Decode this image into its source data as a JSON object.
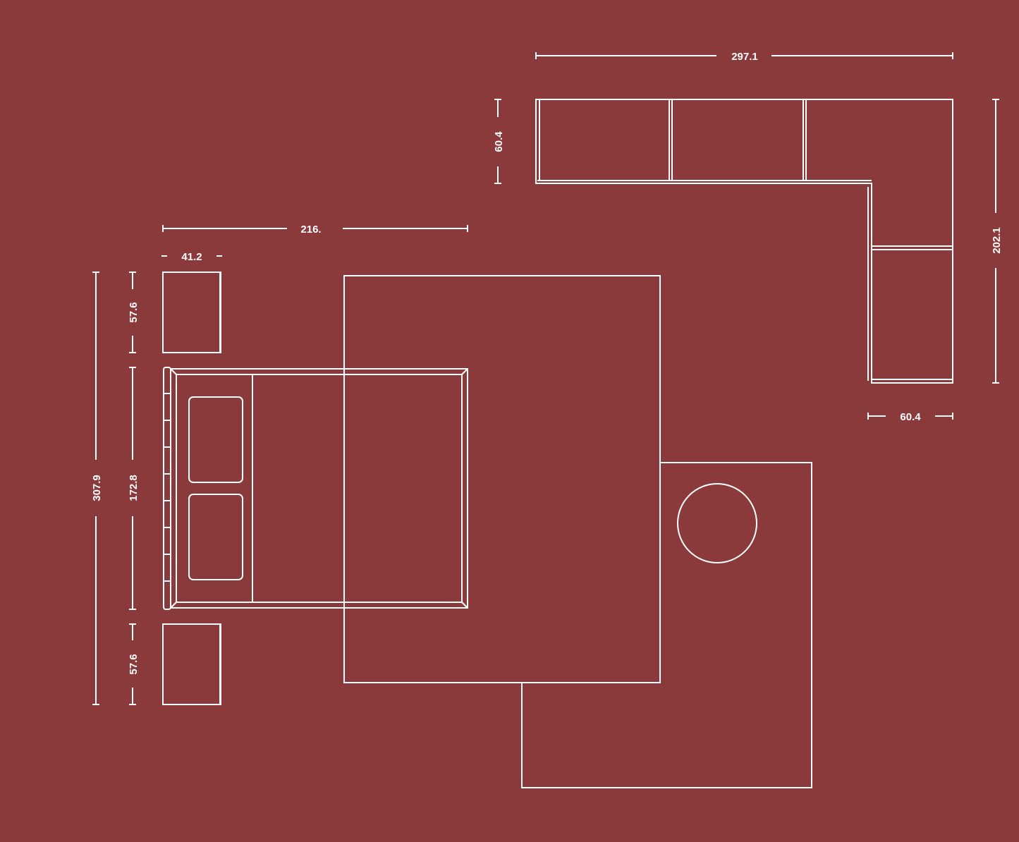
{
  "background_color": "#8b3a3b",
  "line_color": "#ffffff",
  "dimensions": {
    "wardrobe_width": "297.1",
    "wardrobe_depth": "60.4",
    "wardrobe_return_length": "202.1",
    "wardrobe_return_depth": "60.4",
    "bed_group_width": "216.",
    "nightstand_width": "41.2",
    "nightstand_top_depth": "57.6",
    "bed_width": "172.8",
    "nightstand_bottom_depth": "57.6",
    "total_wall_length": "307.9"
  }
}
